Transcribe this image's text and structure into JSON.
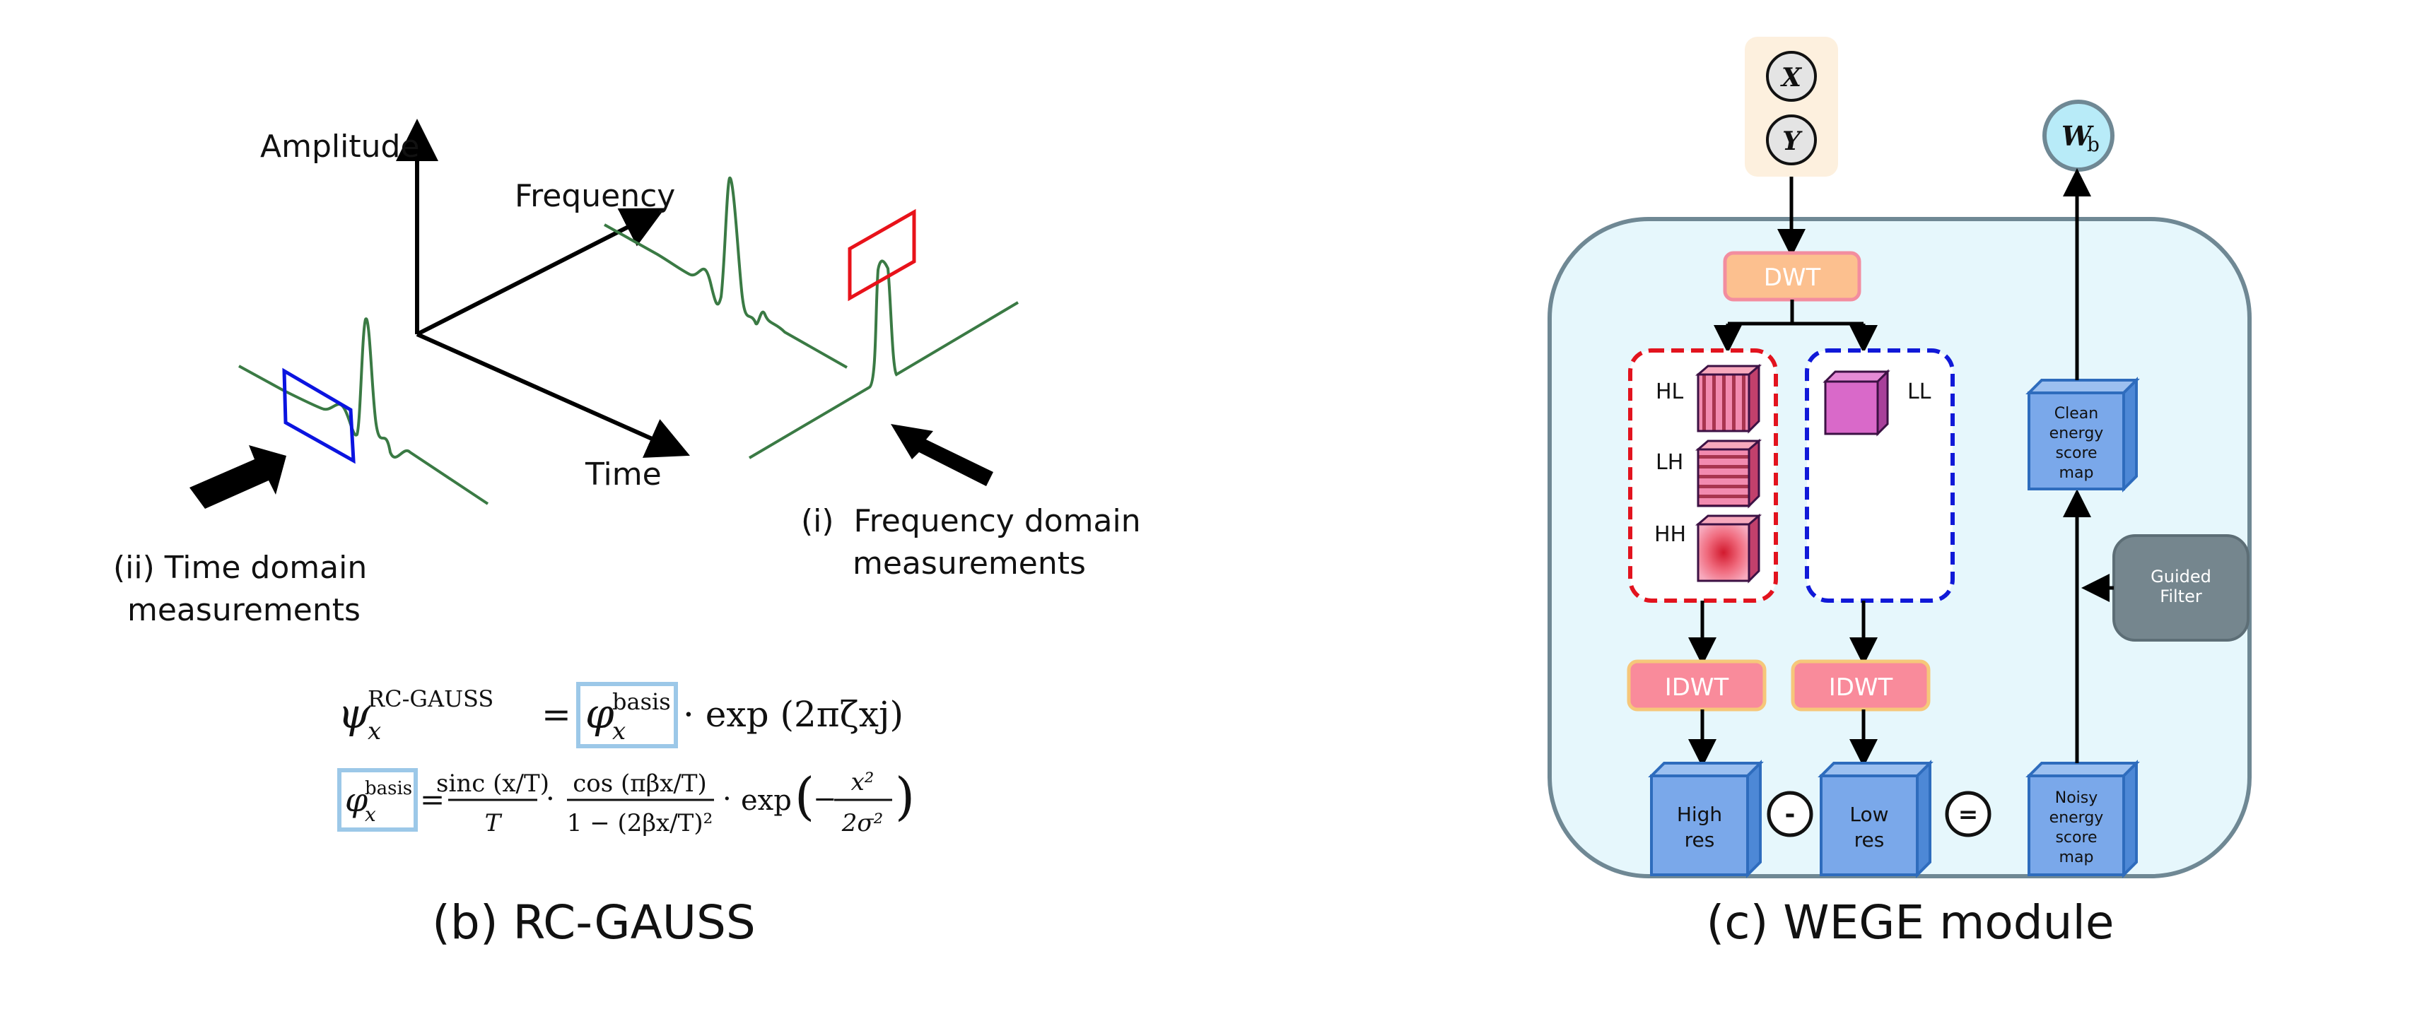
{
  "panel_b": {
    "axes": {
      "amplitude": "Amplitude",
      "frequency": "Frequency",
      "time": "Time"
    },
    "time_domain_caption": [
      "(ii) Time domain",
      "measurements"
    ],
    "freq_domain_caption": [
      "(i)  Frequency domain",
      "measurements"
    ],
    "formula1": {
      "lhs_symbol": "ψ",
      "lhs_sup": "RC-GAUSS",
      "lhs_sub": "x",
      "eq": "=",
      "boxed_symbol": "φ",
      "boxed_sup": "basis",
      "boxed_sub": "x",
      "rhs": "· exp (2πζxj)"
    },
    "formula2": {
      "boxed_symbol": "φ",
      "boxed_sup": "basis",
      "boxed_sub": "x",
      "eq": "=",
      "frac1_num": "sinc (x/T)",
      "frac1_den": "T",
      "dot1": "·",
      "frac2_num": "cos (πβx/T)",
      "frac2_den": "1 − (2βx/T)²",
      "dot2": "·",
      "exp_text": "exp",
      "exp_frac_num": "x²",
      "exp_frac_den": "2σ²",
      "exp_minus": "−"
    },
    "caption": "(b) RC-GAUSS"
  },
  "panel_c": {
    "input_x": "X",
    "input_y": "Y",
    "dwt": "DWT",
    "subbands": {
      "hl": "HL",
      "lh": "LH",
      "hh": "HH",
      "ll": "LL"
    },
    "idwt_left": "IDWT",
    "idwt_right": "IDWT",
    "high_res": [
      "High",
      "res"
    ],
    "low_res": [
      "Low",
      "res"
    ],
    "minus_op": "-",
    "equals_op": "=",
    "noisy_map": [
      "Noisy",
      "energy",
      "score",
      "map"
    ],
    "clean_map": [
      "Clean",
      "energy",
      "score",
      "map"
    ],
    "guided_filter": [
      "Guided",
      "Filter"
    ],
    "output_symbol": "W",
    "output_sub": "b",
    "caption": "(c) WEGE module",
    "colors": {
      "module_bg": "#e6f7fc",
      "module_border": "#6f8894",
      "input_bg": "#fdf0de",
      "dwt_fill": "#fcc08f",
      "dwt_border": "#f38d9f",
      "idwt_fill": "#f98b9b",
      "idwt_border": "#f6c77a",
      "cube_blue": "#7aa8ea",
      "cube_blue_edge": "#2e6cbd",
      "guided_filter": "#75868e",
      "output_fill": "#b8ebf8",
      "ll_cube": "#d969c9"
    }
  }
}
